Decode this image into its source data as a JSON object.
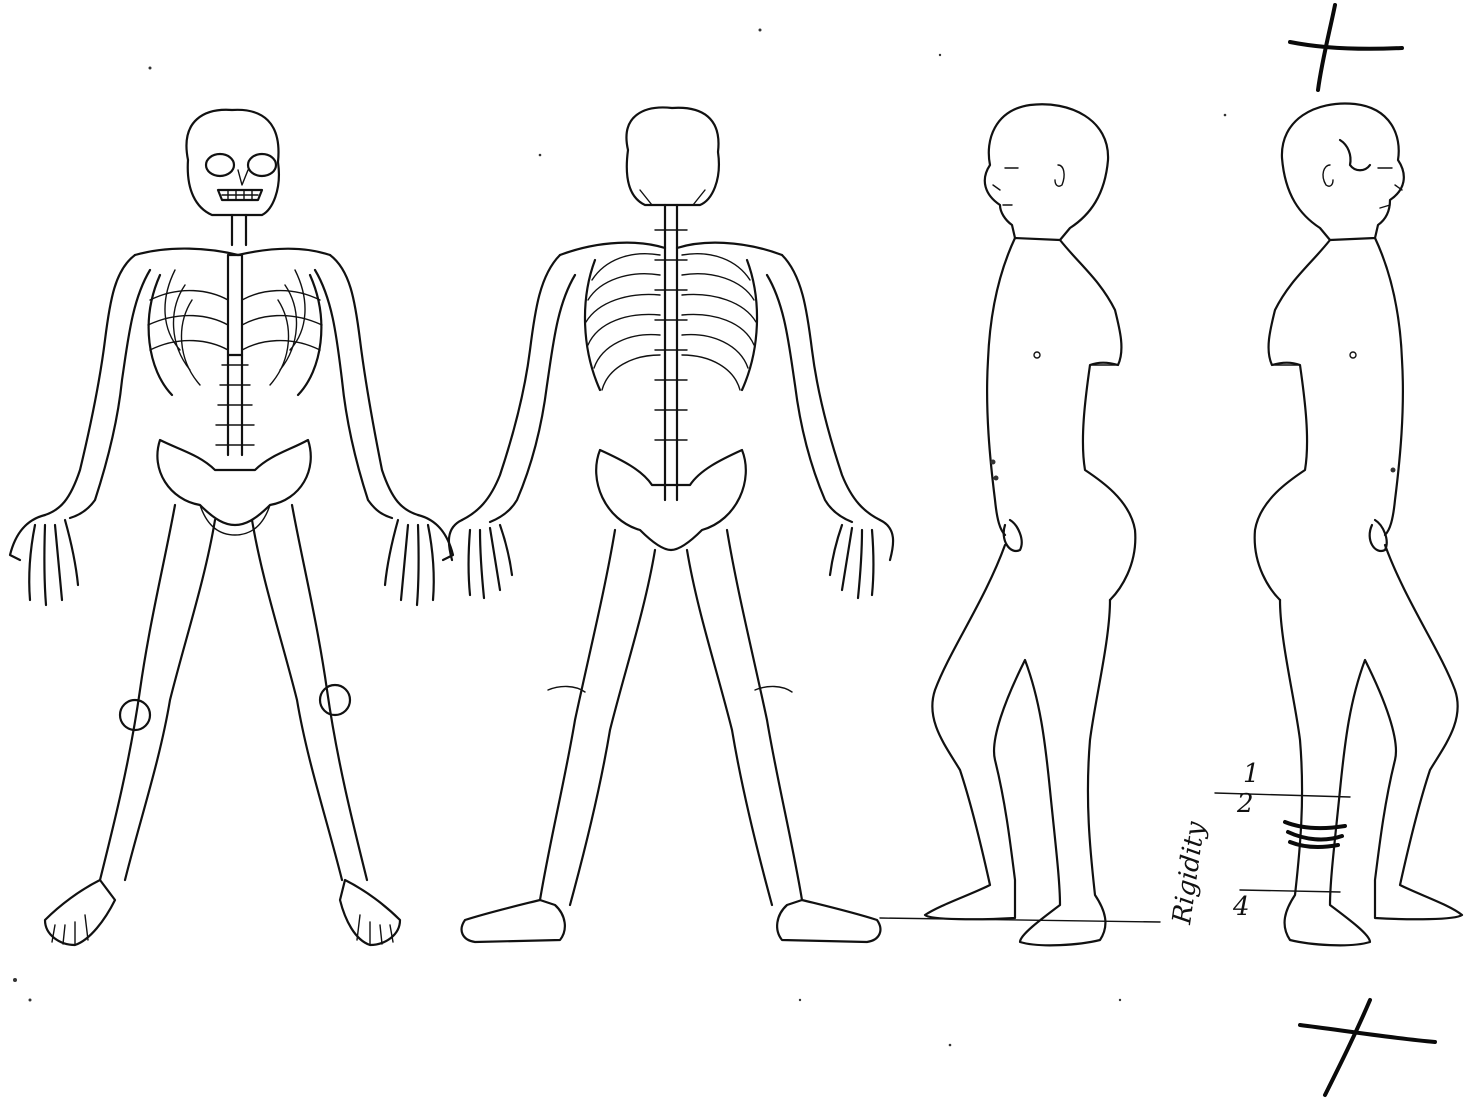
{
  "sheet": {
    "figures": [
      {
        "id": "skeleton-anterior"
      },
      {
        "id": "skeleton-posterior"
      },
      {
        "id": "body-left-lateral"
      },
      {
        "id": "body-right-lateral"
      }
    ],
    "annotations": {
      "upper_mark": "1",
      "upper_fraction": "2",
      "lower_mark": "4",
      "handwritten_note": "Rigidity"
    },
    "ink_color": "#111111",
    "paper_color": "#ffffff"
  }
}
